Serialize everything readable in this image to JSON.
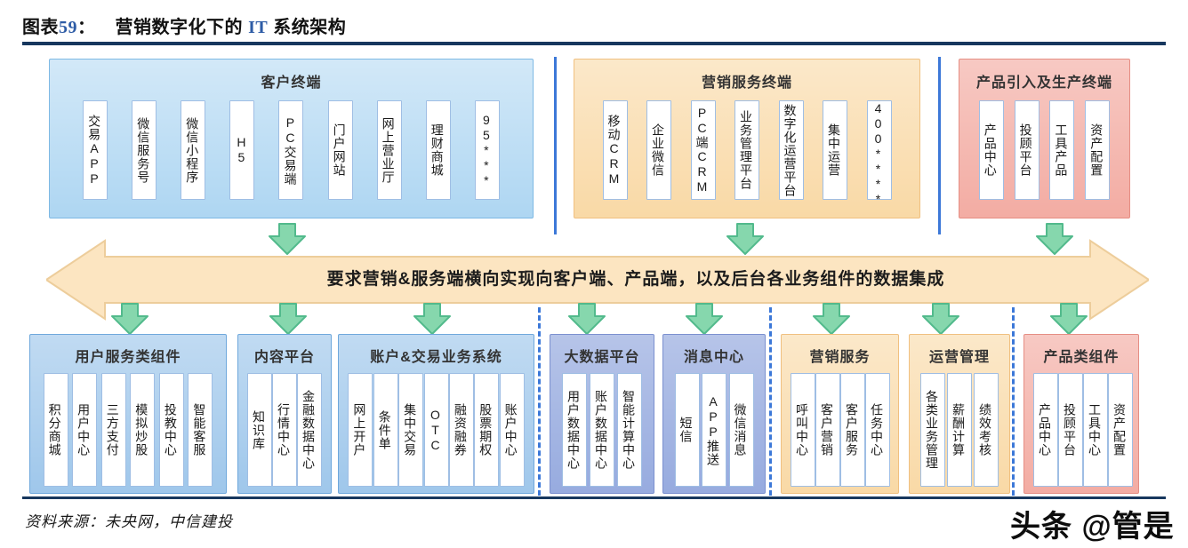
{
  "title": {
    "prefix_label": "图表",
    "figure_number": "59",
    "colon": "：",
    "part1": "营销数字化下的 ",
    "highlight": "IT",
    "part2": " 系统架构"
  },
  "top_groups": [
    {
      "label": "客户终端",
      "items": [
        "交易APP",
        "微信服务号",
        "微信小程序",
        "H5",
        "PC交易端",
        "门户网站",
        "网上营业厅",
        "理财商城",
        "95***"
      ]
    },
    {
      "label": "营销服务终端",
      "items": [
        "移动CRM",
        "企业微信",
        "PC端CRM",
        "业务管理平台",
        "数字化运营平台",
        "集中运营",
        "400****"
      ]
    },
    {
      "label": "产品引入及生产终端",
      "items": [
        "产品中心",
        "投顾平台",
        "工具产品",
        "资产配置"
      ]
    }
  ],
  "band": {
    "text": "要求营销&服务端横向实现向客户端、产品端，以及后台各业务组件的数据集成"
  },
  "bottom_groups": [
    {
      "label": "用户服务类组件",
      "items": [
        "积分商城",
        "用户中心",
        "三方支付",
        "模拟炒股",
        "投教中心",
        "智能客服"
      ]
    },
    {
      "label": "内容平台",
      "items": [
        "知识库",
        "行情中心",
        "金融数据中心"
      ]
    },
    {
      "label": "账户&交易业务系统",
      "items": [
        "网上开户",
        "条件单",
        "集中交易",
        "OTC",
        "融资融券",
        "股票期权",
        "账户中心"
      ]
    },
    {
      "label": "大数据平台",
      "items": [
        "用户数据中心",
        "账户数据中心",
        "智能计算中心"
      ]
    },
    {
      "label": "消息中心",
      "items": [
        "短信",
        "APP推送",
        "微信消息"
      ]
    },
    {
      "label": "营销服务",
      "items": [
        "呼叫中心",
        "客户营销",
        "客户服务",
        "任务中心"
      ]
    },
    {
      "label": "运营管理",
      "items": [
        "各类业务管理",
        "薪酬计算",
        "绩效考核"
      ]
    },
    {
      "label": "产品类组件",
      "items": [
        "产品中心",
        "投顾平台",
        "工具中心",
        "资产配置"
      ]
    }
  ],
  "footer": {
    "source": "资料来源：未央网，中信建投",
    "watermark": "头条 @管是"
  },
  "colors": {
    "accent_navy": "#17375E",
    "title_highlight_blue": "#2E5CA6",
    "separator_blue": "#3C78D8",
    "arrow_green_fill": "#86D7AD",
    "arrow_green_border": "#52BA8C",
    "band_fill": "#FCE5C1",
    "band_border": "#EDCD9B",
    "top_blue_fill": "#AED6F2",
    "top_blue_border": "#7EB9E4",
    "orange_fill": "#F9D9A6",
    "orange_border": "#F0C080",
    "pink_fill": "#F3ACA3",
    "pink_border": "#E58E84",
    "bottom_blue_fill": "#9FC7EB",
    "bottom_blue_border": "#6FA8DC",
    "periwinkle_fill": "#97ABDF",
    "periwinkle_border": "#7B90CF",
    "chip_border": "#9FBEE4"
  }
}
